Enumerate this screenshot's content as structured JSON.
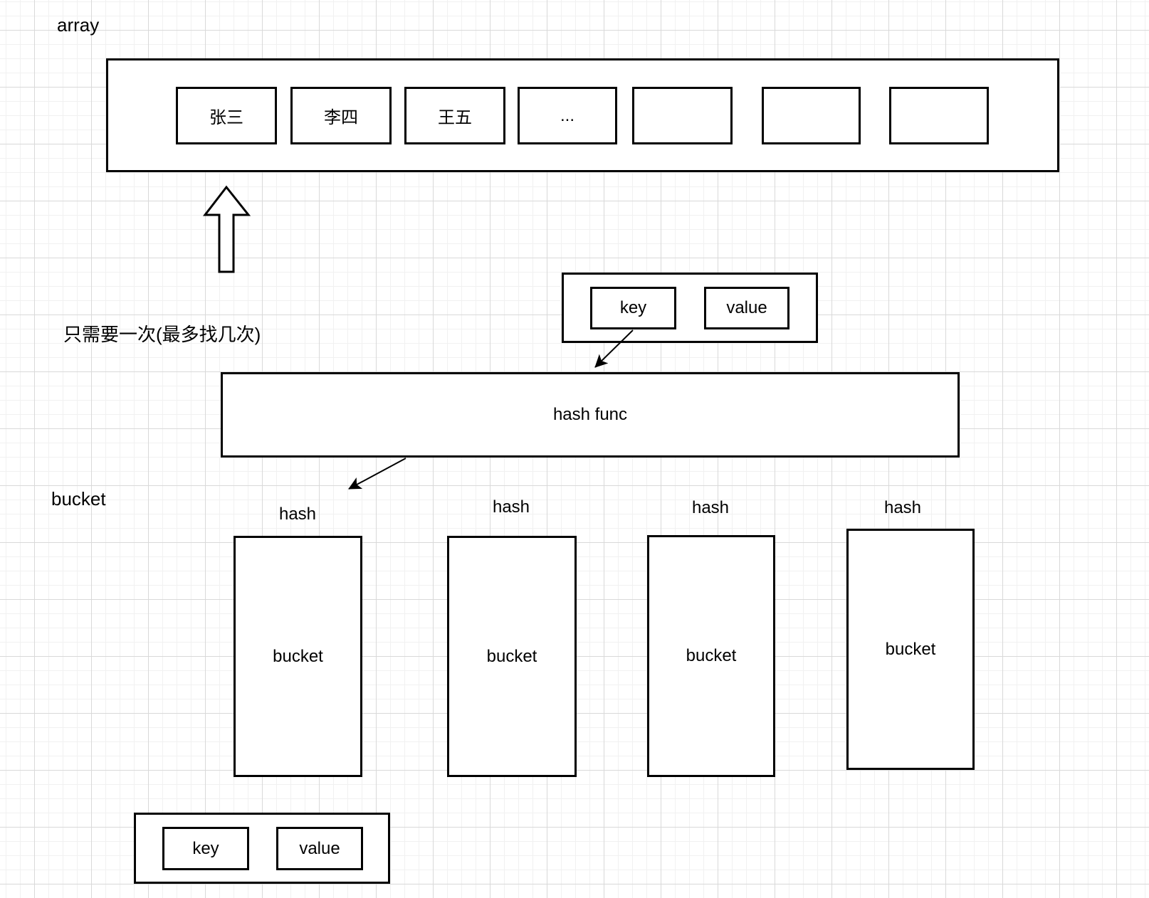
{
  "canvas": {
    "background_color": "#ffffff",
    "grid_minor_color": "#f1f1f1",
    "grid_major_color": "#d9d9d9",
    "stroke_color": "#000000"
  },
  "labels": {
    "array": "array",
    "note": "只需要一次(最多找几次)",
    "bucket_section": "bucket"
  },
  "array": {
    "cells": [
      "张三",
      "李四",
      "王五",
      "...",
      "",
      "",
      ""
    ]
  },
  "kv_top": {
    "key": "key",
    "value": "value"
  },
  "hash_func": {
    "label": "hash func"
  },
  "buckets": [
    {
      "hash_label": "hash",
      "label": "bucket"
    },
    {
      "hash_label": "hash",
      "label": "bucket"
    },
    {
      "hash_label": "hash",
      "label": "bucket"
    },
    {
      "hash_label": "hash",
      "label": "bucket"
    }
  ],
  "kv_bottom": {
    "key": "key",
    "value": "value"
  }
}
